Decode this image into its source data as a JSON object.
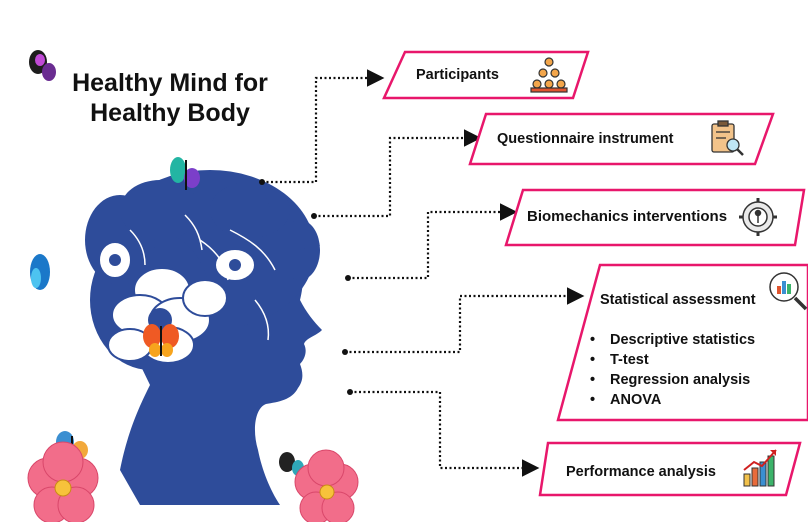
{
  "title": {
    "line1": "Healthy Mind for",
    "line2": "Healthy Body"
  },
  "boxes": [
    {
      "label": "Participants",
      "icon": "pyramid-people-icon"
    },
    {
      "label": "Questionnaire instrument",
      "icon": "clipboard-magnifier-icon"
    },
    {
      "label": "Biomechanics interventions",
      "icon": "gear-person-icon"
    },
    {
      "label": "Statistical assessment",
      "icon": "chart-magnifier-icon",
      "items": [
        "Descriptive statistics",
        "T-test",
        "Regression analysis",
        "ANOVA"
      ]
    },
    {
      "label": "Performance analysis",
      "icon": "bar-chart-growth-icon"
    }
  ],
  "colors": {
    "border": "#e8176b",
    "head": "#2e4c9a",
    "connector": "#111111",
    "flower": "#f26d8a"
  }
}
